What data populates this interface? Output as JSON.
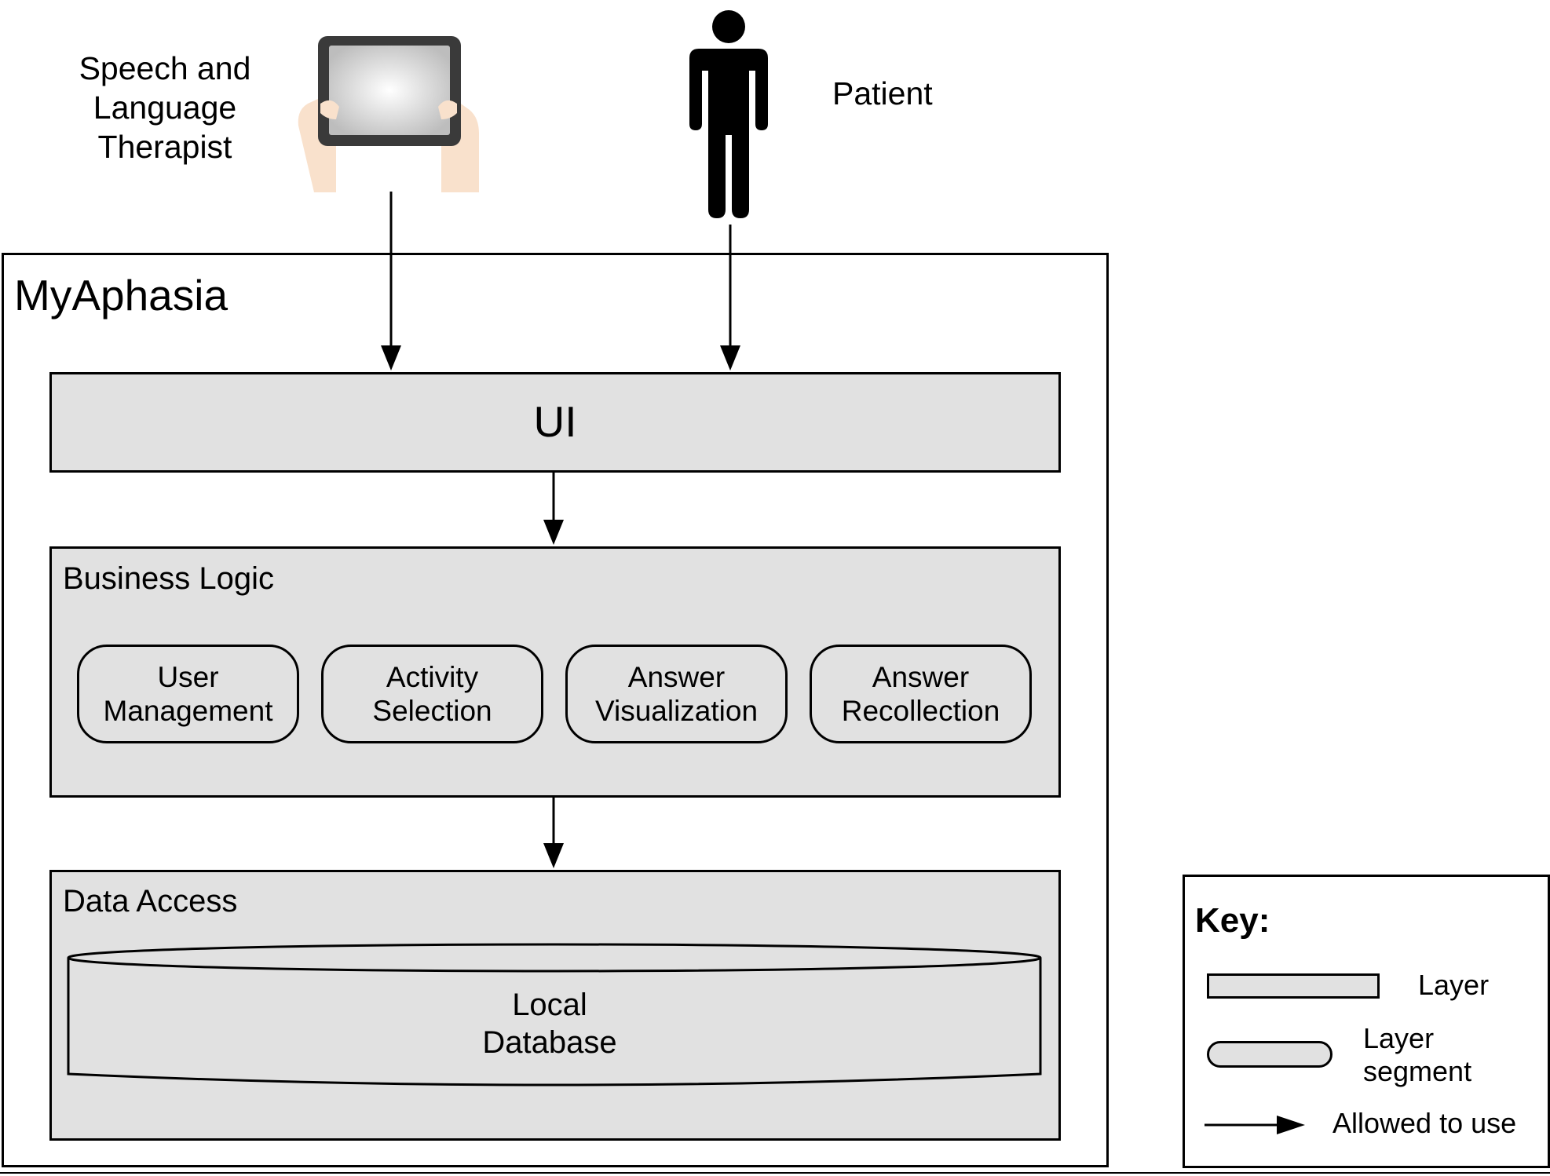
{
  "actors": {
    "therapist": {
      "label": "Speech and\nLanguage\nTherapist",
      "icon": "tablet-hands-icon"
    },
    "patient": {
      "label": "Patient",
      "icon": "person-icon"
    }
  },
  "system": {
    "title": "MyAphasia",
    "layers": {
      "ui": {
        "title": "UI"
      },
      "business_logic": {
        "title": "Business Logic",
        "segments": [
          {
            "label": "User\nManagement"
          },
          {
            "label": "Activity\nSelection"
          },
          {
            "label": "Answer\nVisualization"
          },
          {
            "label": "Answer\nRecollection"
          }
        ]
      },
      "data_access": {
        "title": "Data Access",
        "database": {
          "label": "Local\nDatabase"
        }
      }
    }
  },
  "key": {
    "title": "Key:",
    "items": [
      {
        "label": "Layer"
      },
      {
        "label": "Layer\nsegment"
      },
      {
        "label": "Allowed to use"
      }
    ]
  },
  "colors": {
    "layer_fill": "#e1e1e1",
    "line": "#000000",
    "skin": "#f9e1cc",
    "tablet_frame": "#3a3a3a"
  }
}
